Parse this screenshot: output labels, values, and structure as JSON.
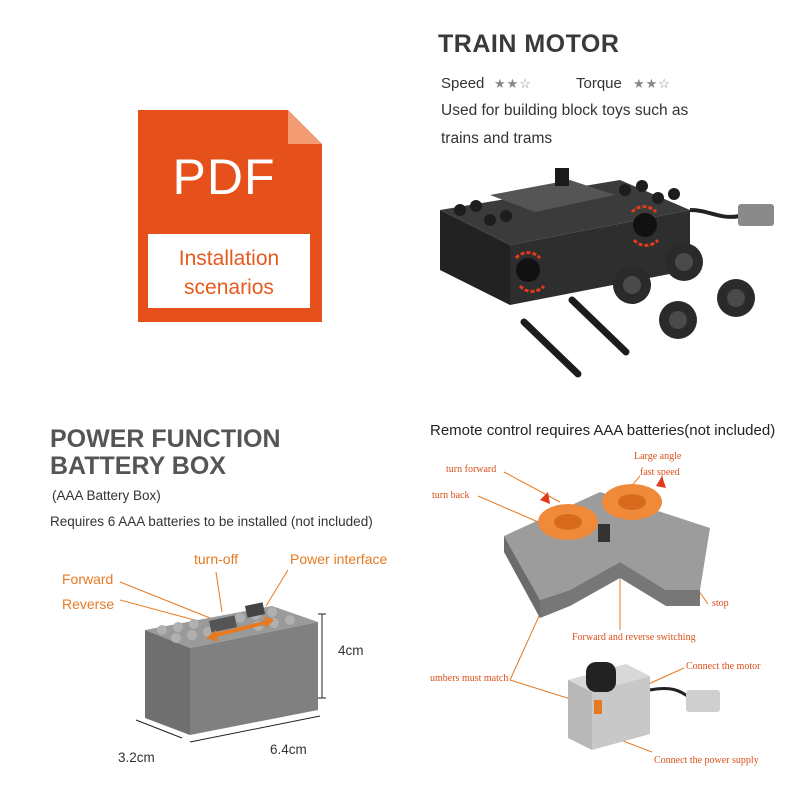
{
  "colors": {
    "accent": "#e65a1e",
    "label_orange": "#e67a22",
    "annotation_red": "#d9501a"
  },
  "pdf_card": {
    "title": "PDF",
    "subtitle_line1": "Installation",
    "subtitle_line2": "scenarios"
  },
  "train_motor": {
    "title": "TRAIN MOTOR",
    "speed_label": "Speed",
    "speed_stars": "★★☆",
    "torque_label": "Torque",
    "torque_stars": "★★☆",
    "desc_line1": "Used for building block toys such as",
    "desc_line2": "trains and trams"
  },
  "battery_box": {
    "title_line1": "POWER FUNCTION",
    "title_line2": "BATTERY BOX",
    "subtitle": "(AAA Battery Box)",
    "note": "Requires 6 AAA batteries to be installed (not included)",
    "label_turnoff": "turn-off",
    "label_power": "Power interface",
    "label_forward": "Forward",
    "label_reverse": "Reverse",
    "dim_height": "4cm",
    "dim_width": "3.2cm",
    "dim_length": "6.4cm"
  },
  "remote": {
    "title": "Remote control requires AAA batteries(not included)",
    "turn_forward": "turn forward",
    "turn_back": "turn back",
    "large_angle": "Large angle",
    "fast_speed": "fast speed",
    "stop": "stop",
    "switching": "Forward and reverse switching",
    "numbers_match": "umbers must match",
    "connect_motor": "Connect the motor",
    "connect_power": "Connect the power supply"
  }
}
